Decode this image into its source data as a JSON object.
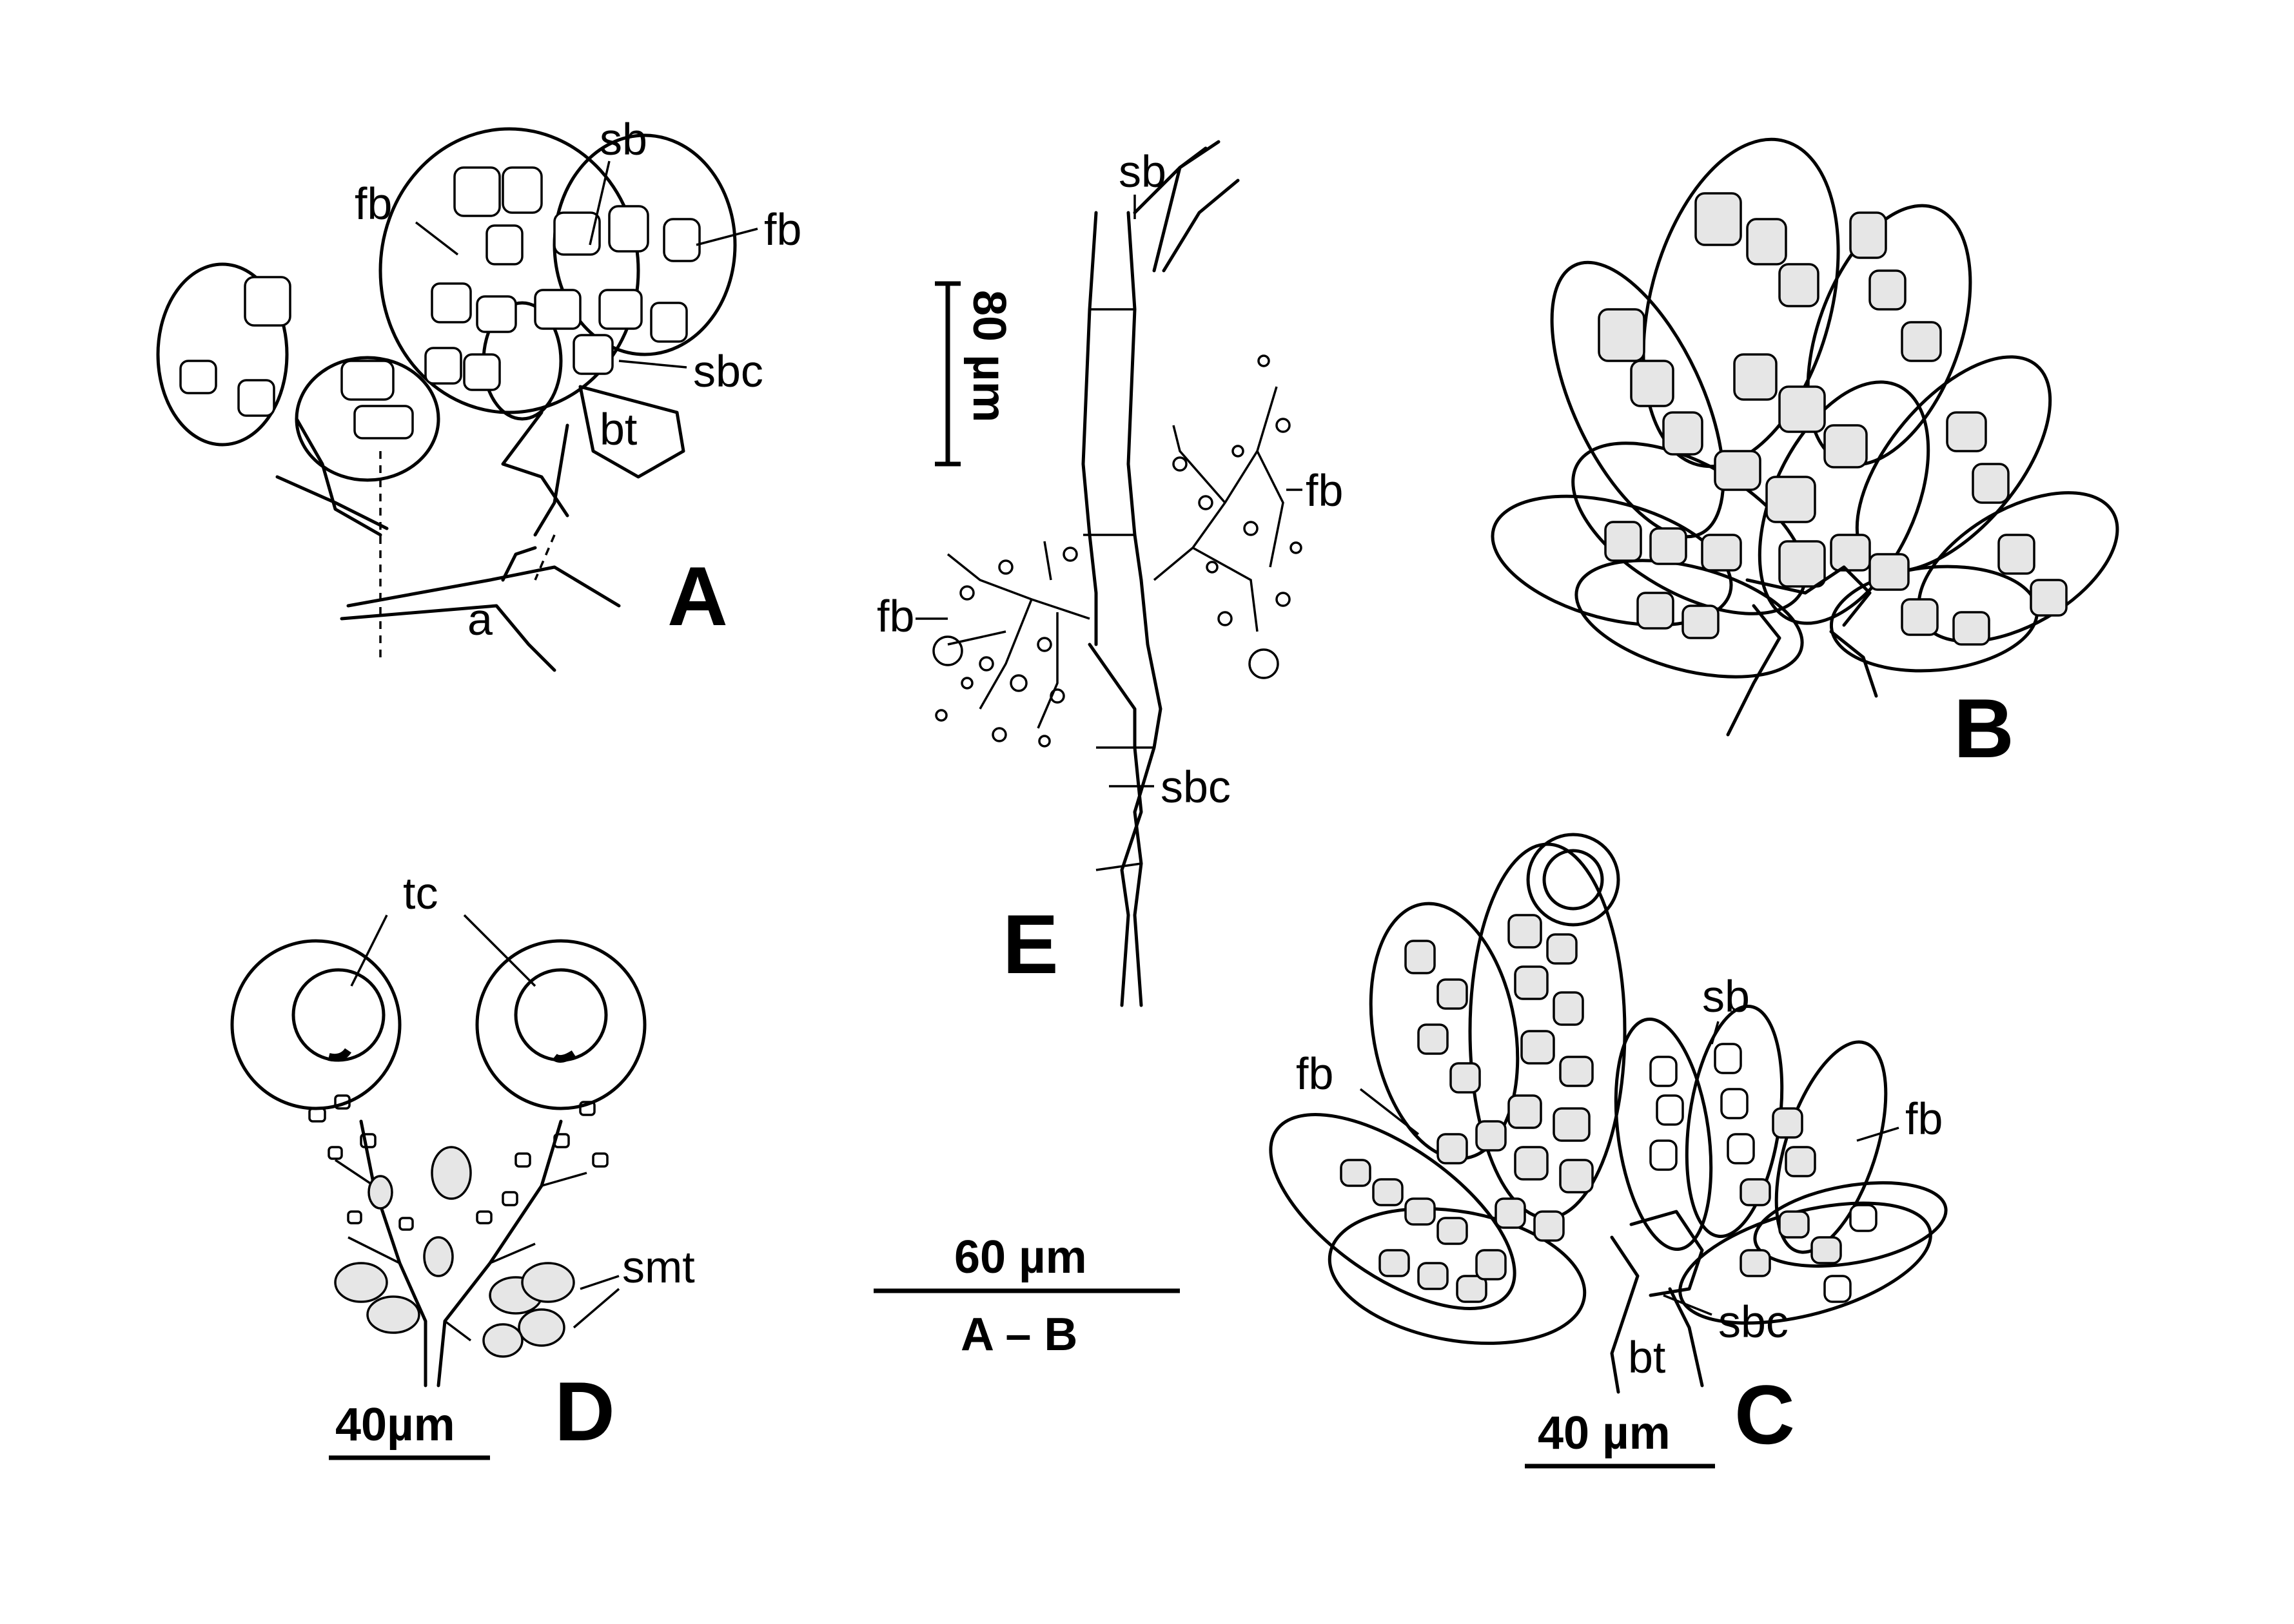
{
  "panels": {
    "A": {
      "letter": "A",
      "labels": {
        "sb": "sb",
        "fb_left": "fb",
        "fb_right": "fb",
        "sbc": "sbc",
        "bt": "bt",
        "a": "a"
      }
    },
    "B": {
      "letter": "B"
    },
    "C": {
      "letter": "C",
      "labels": {
        "sb": "sb",
        "fb_left": "fb",
        "fb_right": "fb",
        "sbc": "sbc",
        "bt": "bt"
      },
      "scale_bar": "40 µm"
    },
    "D": {
      "letter": "D",
      "labels": {
        "tc": "tc",
        "smt": "smt"
      },
      "scale_bar": "40µm"
    },
    "E": {
      "letter": "E",
      "labels": {
        "sb": "sb",
        "fb_left": "fb",
        "fb_right": "fb",
        "sbc": "sbc"
      },
      "scale_bar": "80 µm"
    }
  },
  "shared_scale_bar": {
    "value": "60 µm",
    "applies_to": "A – B"
  }
}
